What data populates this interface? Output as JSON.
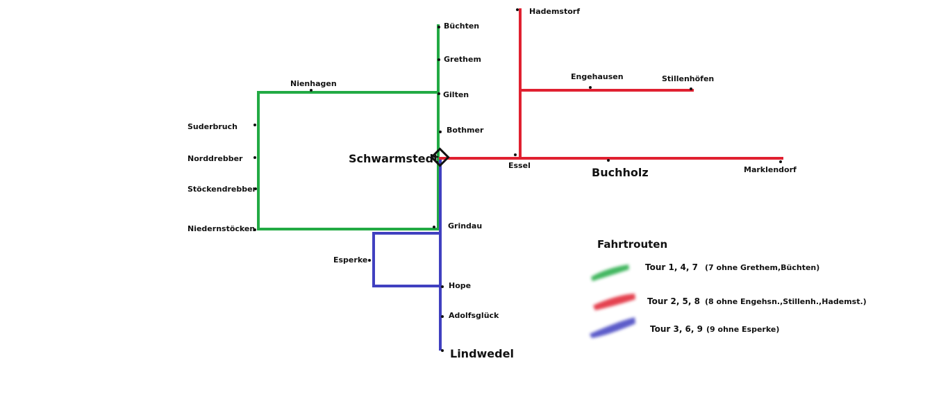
{
  "colors": {
    "green_route": "#22aa44",
    "red_route": "#e02030",
    "blue_route": "#4040c0",
    "stop_dot": "#111111",
    "hub_outline": "#111111"
  },
  "places": {
    "buechten": "Büchten",
    "grethem": "Grethem",
    "gilten": "Gilten",
    "bothmer": "Bothmer",
    "schwarmstedt": "Schwarmstedt",
    "grindau": "Grindau",
    "hope": "Hope",
    "adolfsglueck": "Adolfsglück",
    "lindwedel": "Lindwedel",
    "esperke": "Esperke",
    "nienhagen": "Nienhagen",
    "suderbruch": "Suderbruch",
    "norddrebber": "Norddrebber",
    "stoeckendrebber": "Stöckendrebber",
    "niederstoecken": "Niedernstöcken",
    "hademstorf": "Hademstorf",
    "engehausen": "Engehausen",
    "stillenhoefen": "Stillenhöfen",
    "essel": "Essel",
    "buchholz": "Buchholz",
    "marklendorf": "Marklendorf"
  },
  "legend": {
    "title": "Fahrtrouten",
    "entries": [
      {
        "color": "#22aa44",
        "tours": "Tour 1, 4, 7",
        "note": "(7 ohne Grethem,Büchten)"
      },
      {
        "color": "#e02030",
        "tours": "Tour 2, 5, 8",
        "note": "(8 ohne Engehsn.,Stillenh.,Hademst.)"
      },
      {
        "color": "#4040c0",
        "tours": "Tour 3, 6, 9",
        "note": "(9 ohne Esperke)"
      }
    ]
  }
}
